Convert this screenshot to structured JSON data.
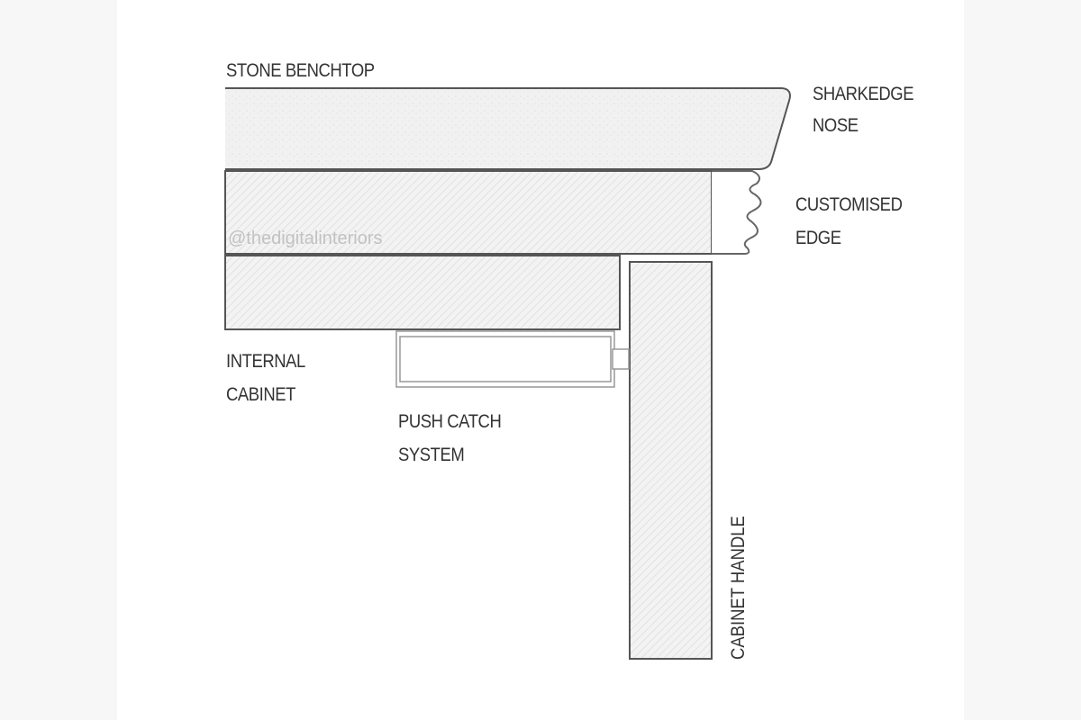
{
  "labels": {
    "stone_benchtop": "STONE BENCHTOP",
    "sharkedge_nose": [
      "SHARKEDGE",
      "NOSE"
    ],
    "customised_edge": [
      "CUSTOMISED",
      "EDGE"
    ],
    "internal_cabinet": [
      "INTERNAL",
      "CABINET"
    ],
    "push_catch_system": [
      "PUSH CATCH",
      "SYSTEM"
    ],
    "cabinet_handle": "CABINET HANDLE"
  },
  "watermark": "@thedigitalinteriors"
}
